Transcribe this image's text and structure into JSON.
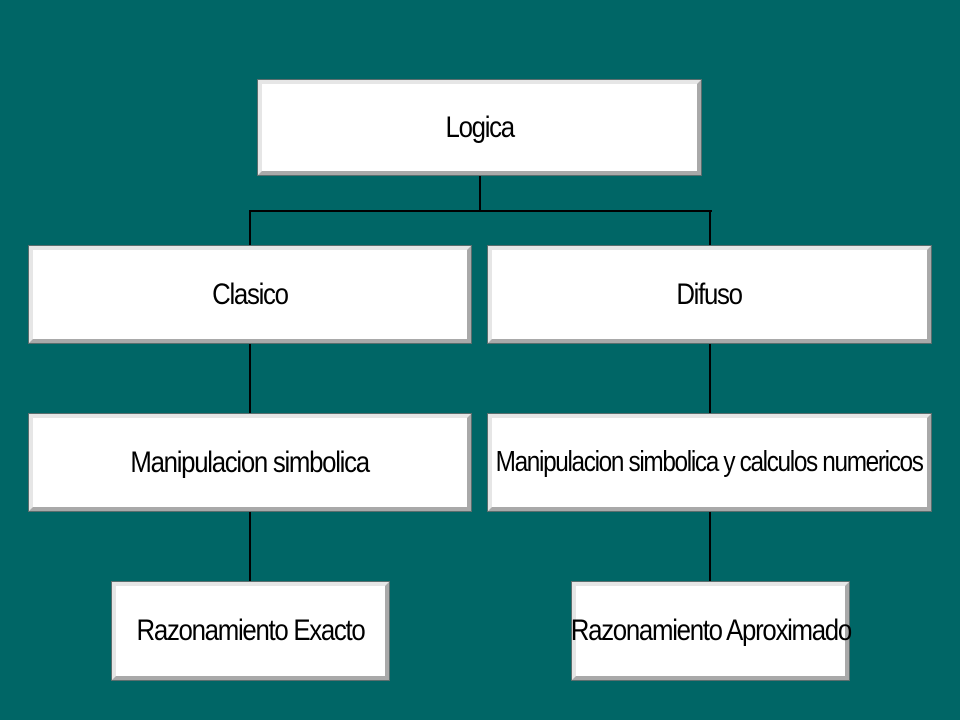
{
  "background_color": "#006666",
  "nodes": {
    "root": "Logica",
    "left": "Clasico",
    "right": "Difuso",
    "left_child": "Manipulacion simbolica",
    "right_child": "Manipulacion simbolica y calculos numericos",
    "left_leaf": "Razonamiento Exacto",
    "right_leaf": "Razonamiento Aproximado"
  }
}
